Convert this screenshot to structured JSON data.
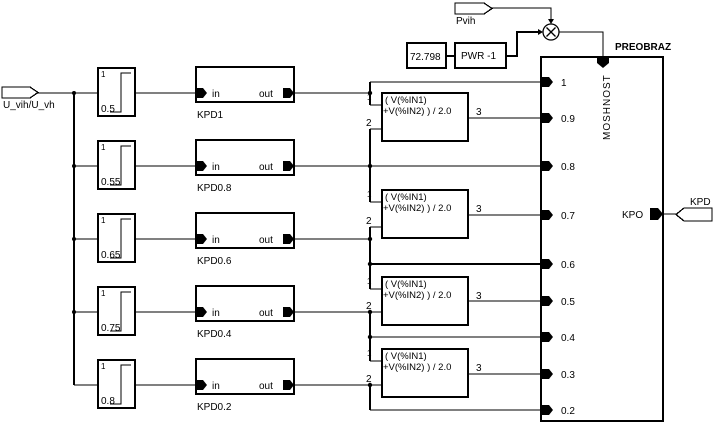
{
  "input_connector": {
    "label": "U_vih/U_vh"
  },
  "relays": [
    {
      "on_value": "1",
      "threshold": "0.5"
    },
    {
      "on_value": "1",
      "threshold": "0.55"
    },
    {
      "on_value": "1",
      "threshold": "0.65"
    },
    {
      "on_value": "1",
      "threshold": "0.75"
    },
    {
      "on_value": "1",
      "threshold": "0.8"
    }
  ],
  "kpd_blocks": [
    {
      "name": "KPD1",
      "in_pin": "in",
      "out_pin": "out"
    },
    {
      "name": "KPD0.8",
      "in_pin": "in",
      "out_pin": "out"
    },
    {
      "name": "KPD0.6",
      "in_pin": "in",
      "out_pin": "out"
    },
    {
      "name": "KPD0.4",
      "in_pin": "in",
      "out_pin": "out"
    },
    {
      "name": "KPD0.2",
      "in_pin": "in",
      "out_pin": "out"
    }
  ],
  "formula_blocks": [
    {
      "line1": "( V(%IN1)",
      "line2": "+V(%IN2) ) / 2.0",
      "in1_pin": "1",
      "in2_pin": "2",
      "out_pin": "3"
    },
    {
      "line1": "( V(%IN1)",
      "line2": "+V(%IN2) ) / 2.0",
      "in1_pin": "1",
      "in2_pin": "2",
      "out_pin": "3"
    },
    {
      "line1": "( V(%IN1)",
      "line2": "+V(%IN2) ) / 2.0",
      "in1_pin": "1",
      "in2_pin": "2",
      "out_pin": "3"
    },
    {
      "line1": "( V(%IN1)",
      "line2": "+V(%IN2) ) / 2.0",
      "in1_pin": "1",
      "in2_pin": "2",
      "out_pin": "3"
    }
  ],
  "power_input": {
    "label": "Pvih"
  },
  "constant_block": {
    "value": "72.798"
  },
  "pwr_block": {
    "label": "PWR -1"
  },
  "preobraz": {
    "title": "PREOBRAZ",
    "top_pin": "MOSHNOST",
    "inputs": [
      "1",
      "0.9",
      "0.8",
      "0.7",
      "0.6",
      "0.5",
      "0.4",
      "0.3",
      "0.2"
    ],
    "output_pin": "KPO"
  },
  "output_connector": {
    "label": "KPD"
  }
}
